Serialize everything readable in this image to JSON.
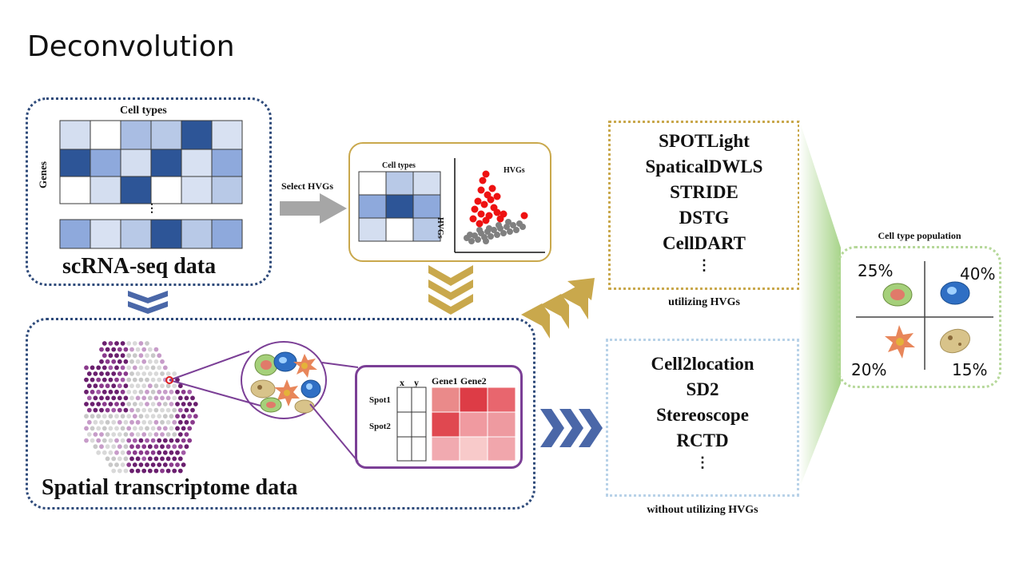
{
  "title": "Deconvolution",
  "scrna": {
    "header": "Cell types",
    "rows_label": "Genes",
    "dots": "⋮",
    "label": "scRNA-seq data"
  },
  "select_hvgs": "Select HVGs",
  "hvg_panel": {
    "matrix_header": "Cell types",
    "matrix_rows_label": "HVGs",
    "scatter_label": "HVGs"
  },
  "spatial": {
    "label": "Spatial transcriptome data",
    "matrix": {
      "col_x": "x",
      "col_y": "y",
      "gene1": "Gene1",
      "gene2": "Gene2",
      "spot1": "Spot1",
      "spot2": "Spot2"
    }
  },
  "utilizing": {
    "methods": [
      "SPOTLight",
      "SpaticalDWLS",
      "STRIDE",
      "DSTG",
      "CellDART",
      "⋮"
    ],
    "caption": "utilizing HVGs"
  },
  "not_utilizing": {
    "methods": [
      "Cell2location",
      "SD2",
      "Stereoscope",
      "RCTD",
      "⋮"
    ],
    "caption": "without utilizing HVGs"
  },
  "population": {
    "title": "Cell type population",
    "values": [
      "25%",
      "40%",
      "20%",
      "15%"
    ]
  },
  "colors": {
    "navy": "#2e4a7a",
    "gold": "#c9a84c",
    "light_blue": "#b8d2e8",
    "green": "#b6d89a",
    "purple": "#7b3f96",
    "arrow_blue": "#4a67a8"
  }
}
